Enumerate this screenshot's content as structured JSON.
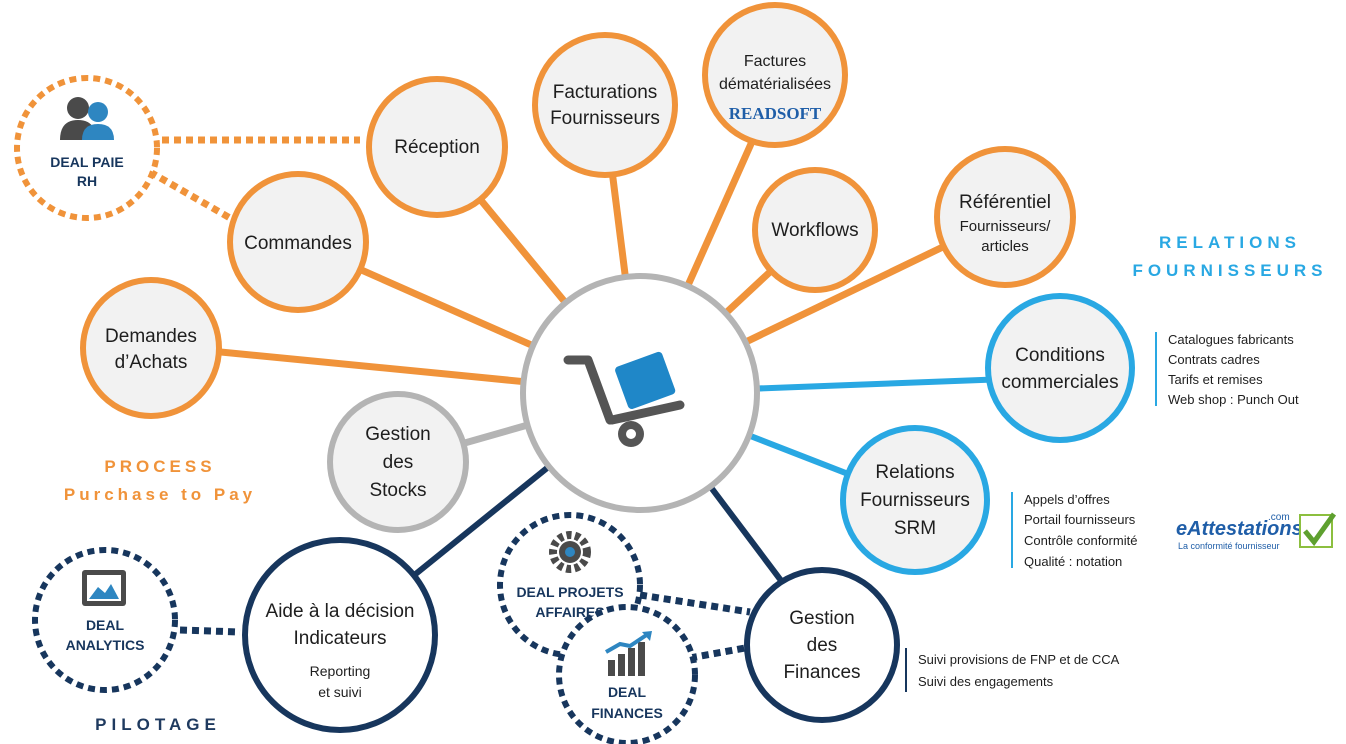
{
  "center": {
    "icon": "hand-truck-icon"
  },
  "nodes": {
    "demandes": [
      "Demandes",
      "d’Achats"
    ],
    "commandes": [
      "Commandes"
    ],
    "reception": [
      "Réception"
    ],
    "facturations": [
      "Facturations",
      "Fournisseurs"
    ],
    "factures": [
      "Factures",
      "dématérialisées"
    ],
    "readsoft": "READSOFT",
    "workflows": [
      "Workflows"
    ],
    "referentiel_title": "Référentiel",
    "referentiel_sub": [
      "Fournisseurs/",
      "articles"
    ],
    "gestion_stocks": [
      "Gestion",
      "des",
      "Stocks"
    ],
    "conditions": [
      "Conditions",
      "commerciales"
    ],
    "relations": [
      "Relations",
      "Fournisseurs",
      "SRM"
    ],
    "aide": [
      "Aide à la décision",
      "Indicateurs"
    ],
    "aide_sub": [
      "Reporting",
      "et suivi"
    ],
    "gestion_finances": [
      "Gestion",
      "des",
      "Finances"
    ]
  },
  "deal": {
    "paie": [
      "DEAL PAIE",
      "RH"
    ],
    "analytics": [
      "DEAL",
      "ANALYTICS"
    ],
    "projets": [
      "DEAL PROJETS",
      "AFFAIRES"
    ],
    "finances": [
      "DEAL",
      "FINANCES"
    ]
  },
  "categories": {
    "process": [
      "PROCESS",
      "Purchase to Pay"
    ],
    "relations": [
      "RELATIONS",
      "FOURNISSEURS"
    ],
    "pilotage": "PILOTAGE"
  },
  "side_lists": {
    "conditions": [
      "Catalogues fabricants",
      "Contrats cadres",
      "Tarifs et remises",
      "Web shop : Punch Out"
    ],
    "relations": [
      "Appels d’offres",
      "Portail fournisseurs",
      "Contrôle conformité",
      "Qualité : notation"
    ],
    "finances": [
      "Suivi provisions de FNP et de CCA",
      "Suivi des engagements"
    ]
  },
  "logo_eattestations": {
    "brand": "eAttestations",
    "suffix": ".com",
    "tagline": "La conformité fournisseur"
  },
  "colors": {
    "orange": "#f0933a",
    "blue": "#29a8e3",
    "navy": "#17365d",
    "gray": "#b4b4b4",
    "fill": "#f2f2f2"
  }
}
